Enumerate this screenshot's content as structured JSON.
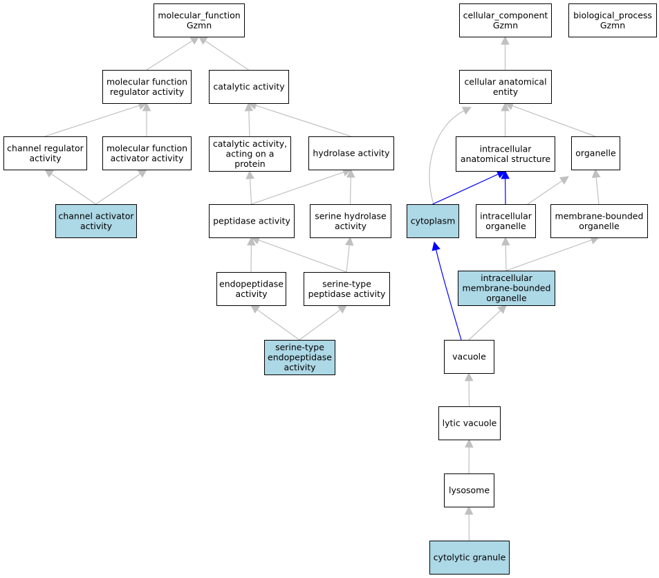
{
  "colors": {
    "node_fill": "#ffffff",
    "highlight_fill": "#add8e6",
    "edge_grey": "#c0c0c0",
    "edge_blue": "#0000ff",
    "border": "#000000"
  },
  "nodes": [
    {
      "id": "mf",
      "lines": [
        "molecular_function",
        "Gzmn"
      ],
      "highlighted": false
    },
    {
      "id": "mfreg",
      "lines": [
        "molecular function",
        "regulator activity"
      ],
      "highlighted": false
    },
    {
      "id": "cat",
      "lines": [
        "catalytic activity"
      ],
      "highlighted": false
    },
    {
      "id": "chreg",
      "lines": [
        "channel regulator",
        "activity"
      ],
      "highlighted": false
    },
    {
      "id": "mfact",
      "lines": [
        "molecular function",
        "activator activity"
      ],
      "highlighted": false
    },
    {
      "id": "catprot",
      "lines": [
        "catalytic activity,",
        "acting on a",
        "protein"
      ],
      "highlighted": false
    },
    {
      "id": "hydro",
      "lines": [
        "hydrolase activity"
      ],
      "highlighted": false
    },
    {
      "id": "chact",
      "lines": [
        "channel activator",
        "activity"
      ],
      "highlighted": true
    },
    {
      "id": "pept",
      "lines": [
        "peptidase activity"
      ],
      "highlighted": false
    },
    {
      "id": "serhyd",
      "lines": [
        "serine hydrolase",
        "activity"
      ],
      "highlighted": false
    },
    {
      "id": "endo",
      "lines": [
        "endopeptidase",
        "activity"
      ],
      "highlighted": false
    },
    {
      "id": "serpep",
      "lines": [
        "serine-type",
        "peptidase activity"
      ],
      "highlighted": false
    },
    {
      "id": "serendo",
      "lines": [
        "serine-type",
        "endopeptidase",
        "activity"
      ],
      "highlighted": true
    },
    {
      "id": "cc",
      "lines": [
        "cellular_component",
        "Gzmn"
      ],
      "highlighted": false
    },
    {
      "id": "bp",
      "lines": [
        "biological_process",
        "Gzmn"
      ],
      "highlighted": false
    },
    {
      "id": "cae",
      "lines": [
        "cellular anatomical",
        "entity"
      ],
      "highlighted": false
    },
    {
      "id": "ias",
      "lines": [
        "intracellular",
        "anatomical structure"
      ],
      "highlighted": false
    },
    {
      "id": "org",
      "lines": [
        "organelle"
      ],
      "highlighted": false
    },
    {
      "id": "cyto",
      "lines": [
        "cytoplasm"
      ],
      "highlighted": true
    },
    {
      "id": "iorg",
      "lines": [
        "intracellular",
        "organelle"
      ],
      "highlighted": false
    },
    {
      "id": "mbo",
      "lines": [
        "membrane-bounded",
        "organelle"
      ],
      "highlighted": false
    },
    {
      "id": "imbo",
      "lines": [
        "intracellular",
        "membrane-bounded",
        "organelle"
      ],
      "highlighted": true
    },
    {
      "id": "vac",
      "lines": [
        "vacuole"
      ],
      "highlighted": false
    },
    {
      "id": "lytvac",
      "lines": [
        "lytic vacuole"
      ],
      "highlighted": false
    },
    {
      "id": "lyso",
      "lines": [
        "lysosome"
      ],
      "highlighted": false
    },
    {
      "id": "cytgran",
      "lines": [
        "cytolytic granule"
      ],
      "highlighted": true
    }
  ],
  "edges": [
    {
      "from": "mfreg",
      "to": "mf",
      "color": "grey"
    },
    {
      "from": "cat",
      "to": "mf",
      "color": "grey"
    },
    {
      "from": "chreg",
      "to": "mfreg",
      "color": "grey"
    },
    {
      "from": "mfact",
      "to": "mfreg",
      "color": "grey"
    },
    {
      "from": "chact",
      "to": "chreg",
      "color": "grey"
    },
    {
      "from": "chact",
      "to": "mfact",
      "color": "grey"
    },
    {
      "from": "catprot",
      "to": "cat",
      "color": "grey"
    },
    {
      "from": "hydro",
      "to": "cat",
      "color": "grey"
    },
    {
      "from": "pept",
      "to": "catprot",
      "color": "grey"
    },
    {
      "from": "pept",
      "to": "hydro",
      "color": "grey"
    },
    {
      "from": "serhyd",
      "to": "hydro",
      "color": "grey"
    },
    {
      "from": "endo",
      "to": "pept",
      "color": "grey"
    },
    {
      "from": "serpep",
      "to": "pept",
      "color": "grey"
    },
    {
      "from": "serpep",
      "to": "serhyd",
      "color": "grey"
    },
    {
      "from": "serendo",
      "to": "endo",
      "color": "grey"
    },
    {
      "from": "serendo",
      "to": "serpep",
      "color": "grey"
    },
    {
      "from": "cae",
      "to": "cc",
      "color": "grey"
    },
    {
      "from": "ias",
      "to": "cae",
      "color": "grey"
    },
    {
      "from": "org",
      "to": "cae",
      "color": "grey"
    },
    {
      "from": "cyto",
      "to": "cae",
      "color": "grey"
    },
    {
      "from": "cyto",
      "to": "ias",
      "color": "blue"
    },
    {
      "from": "iorg",
      "to": "ias",
      "color": "blue"
    },
    {
      "from": "iorg",
      "to": "org",
      "color": "grey"
    },
    {
      "from": "mbo",
      "to": "org",
      "color": "grey"
    },
    {
      "from": "imbo",
      "to": "iorg",
      "color": "grey"
    },
    {
      "from": "imbo",
      "to": "mbo",
      "color": "grey"
    },
    {
      "from": "vac",
      "to": "cyto",
      "color": "blue"
    },
    {
      "from": "vac",
      "to": "imbo",
      "color": "grey"
    },
    {
      "from": "lytvac",
      "to": "vac",
      "color": "grey"
    },
    {
      "from": "lyso",
      "to": "lytvac",
      "color": "grey"
    },
    {
      "from": "cytgran",
      "to": "lyso",
      "color": "grey"
    }
  ]
}
